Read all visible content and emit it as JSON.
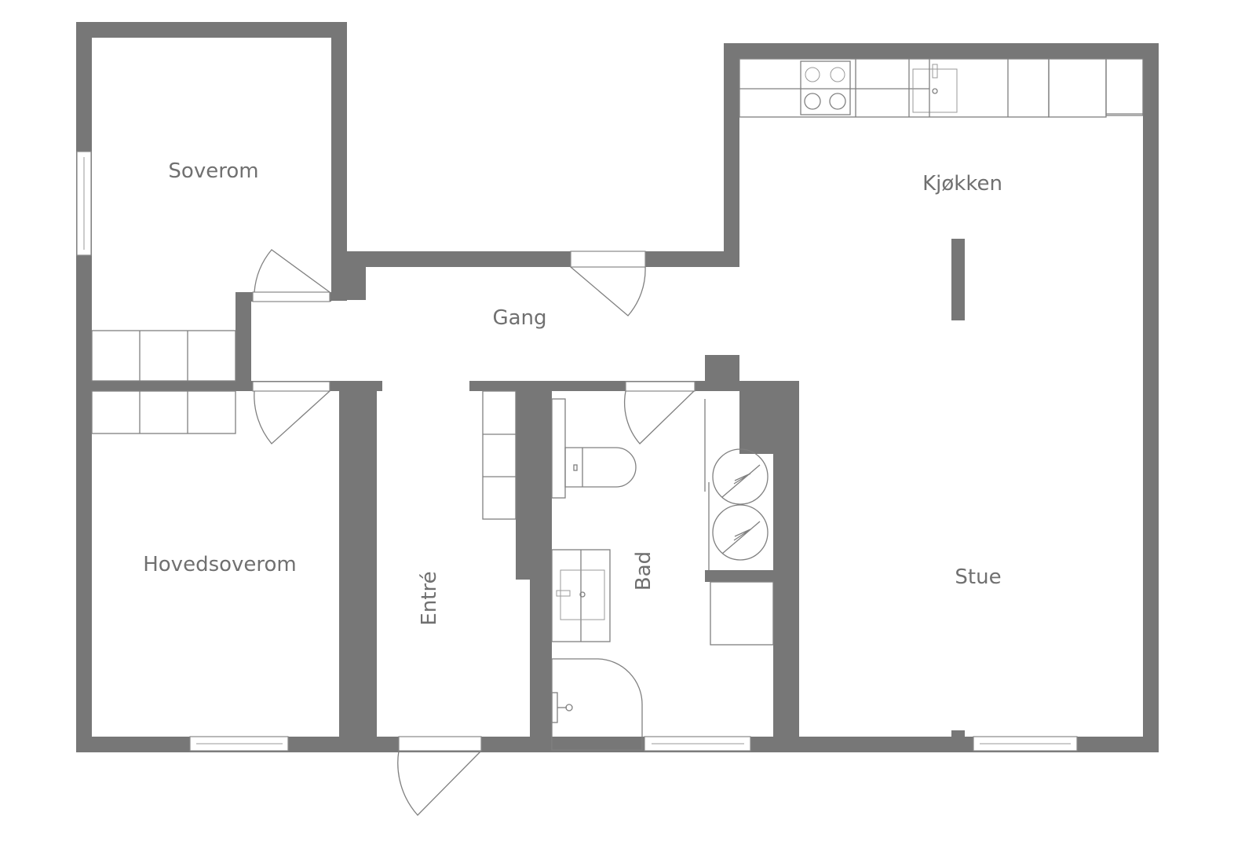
{
  "plan": {
    "type": "floor-plan",
    "wall_color": "#777777",
    "label_color": "#707070",
    "rooms": [
      {
        "id": "soverom",
        "label": "Soverom"
      },
      {
        "id": "kjokken",
        "label": "Kjøkken"
      },
      {
        "id": "gang",
        "label": "Gang"
      },
      {
        "id": "hovedsoverom",
        "label": "Hovedsoverom"
      },
      {
        "id": "entre",
        "label": "Entré"
      },
      {
        "id": "bad",
        "label": "Bad"
      },
      {
        "id": "stue",
        "label": "Stue"
      }
    ],
    "fixtures": [
      "stove-icon",
      "kitchen-sink-icon",
      "toilet-icon",
      "bathroom-sink-icon",
      "shower-icon",
      "washer-icon",
      "dryer-icon",
      "wardrobe-icon"
    ]
  }
}
